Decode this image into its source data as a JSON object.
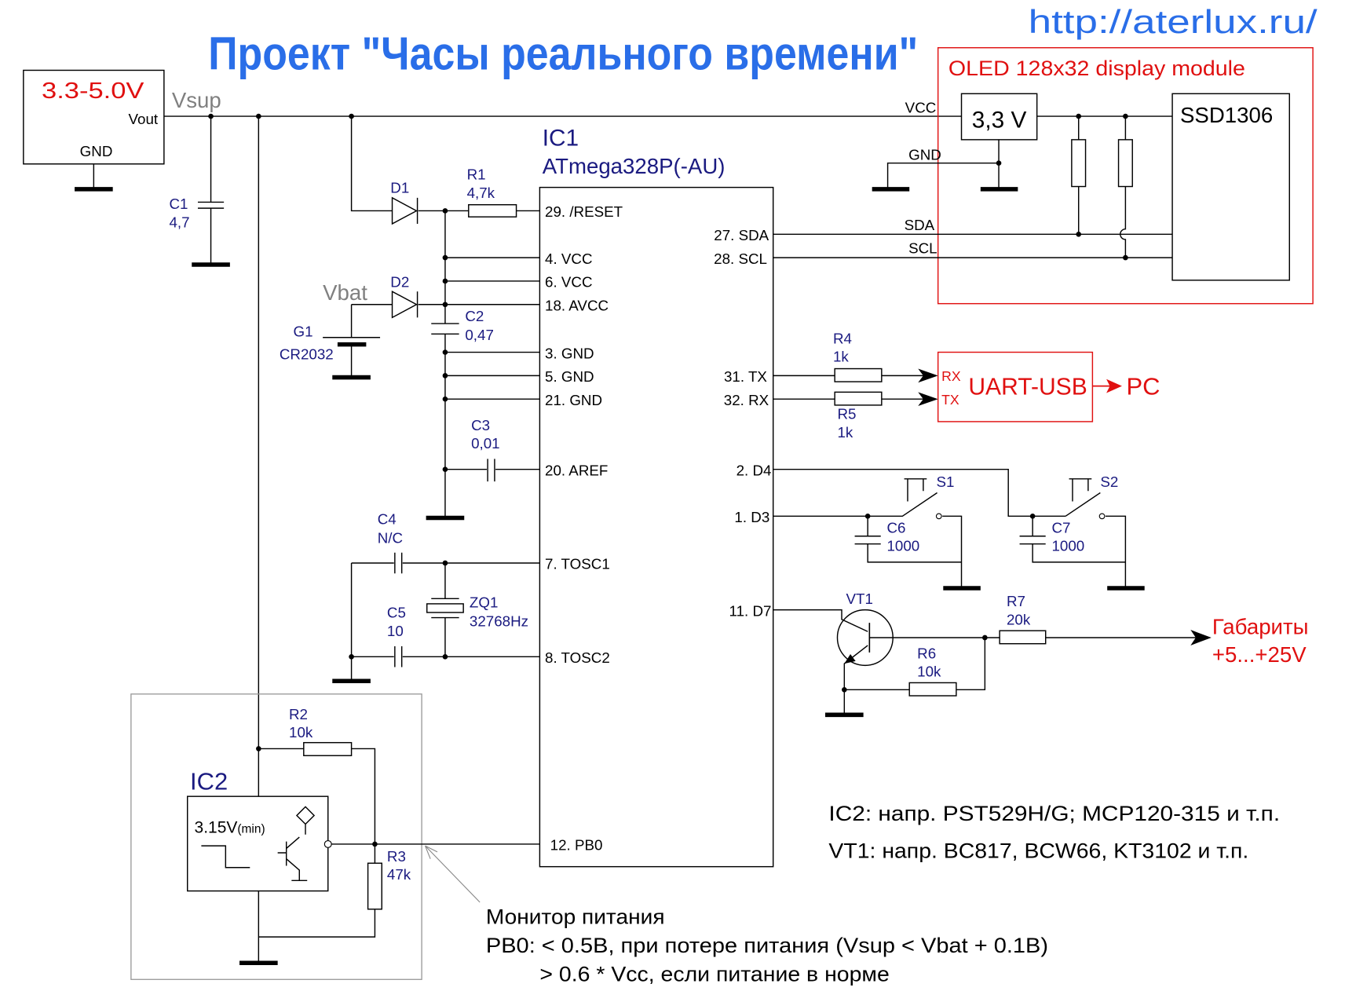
{
  "title": "Проект \"Часы реального времени\"",
  "url": "http://aterlux.ru/",
  "colors": {
    "title": "#2a6ee8",
    "accent_red": "#e01010",
    "component_label": "#1a1a80",
    "net_label": "#808080"
  },
  "power_module": {
    "voltage": "3.3-5.0V",
    "out_pin": "Vout",
    "gnd_pin": "GND"
  },
  "nets": {
    "vsup": "Vsup",
    "vbat": "Vbat"
  },
  "components": {
    "c1": {
      "ref": "C1",
      "value": "4,7"
    },
    "d1": {
      "ref": "D1"
    },
    "d2": {
      "ref": "D2"
    },
    "r1": {
      "ref": "R1",
      "value": "4,7k"
    },
    "c2": {
      "ref": "C2",
      "value": "0,47"
    },
    "g1": {
      "ref": "G1",
      "value": "CR2032"
    },
    "c3": {
      "ref": "C3",
      "value": "0,01"
    },
    "c4": {
      "ref": "C4",
      "value": "N/C"
    },
    "c5": {
      "ref": "C5",
      "value": "10"
    },
    "zq1": {
      "ref": "ZQ1",
      "value": "32768Hz"
    },
    "r2": {
      "ref": "R2",
      "value": "10k"
    },
    "r3": {
      "ref": "R3",
      "value": "47k"
    },
    "r4": {
      "ref": "R4",
      "value": "1k"
    },
    "r5": {
      "ref": "R5",
      "value": "1k"
    },
    "r6": {
      "ref": "R6",
      "value": "10k"
    },
    "r7": {
      "ref": "R7",
      "value": "20k"
    },
    "c6": {
      "ref": "C6",
      "value": "1000"
    },
    "c7": {
      "ref": "C7",
      "value": "1000"
    },
    "s1": {
      "ref": "S1"
    },
    "s2": {
      "ref": "S2"
    },
    "vt1": {
      "ref": "VT1"
    }
  },
  "ic1": {
    "ref": "IC1",
    "part": "ATmega328P(-AU)",
    "left_pins": [
      "29. /RESET",
      "4. VCC",
      "6. VCC",
      "18. AVCC",
      "3. GND",
      "5. GND",
      "21. GND",
      "20. AREF",
      "7. TOSC1",
      "8. TOSC2",
      "12. PB0"
    ],
    "right_pins": [
      "27. SDA",
      "28. SCL",
      "31. TX",
      "32. RX",
      "2. D4",
      "1. D3",
      "11. D7"
    ]
  },
  "ic2": {
    "ref": "IC2",
    "threshold": "3.15V",
    "threshold_suffix": "(min)"
  },
  "oled": {
    "title": "OLED 128x32 display module",
    "regulator": "3,3 V",
    "controller": "SSD1306",
    "vcc": "VCC",
    "gnd": "GND",
    "sda": "SDA",
    "scl": "SCL"
  },
  "uart": {
    "label": "UART-USB",
    "rx": "RX",
    "tx": "TX",
    "target": "PC"
  },
  "output": {
    "name": "Габариты",
    "range": "+5...+25V"
  },
  "notes": {
    "ic2_alt": "IC2: напр. PST529H/G; MCP120-315 и т.п.",
    "vt1_alt": "VT1: напр. BC817, BCW66, KT3102 и т.п.",
    "monitor_title": "Монитор питания",
    "monitor_low": "PB0: < 0.5B, при потере питания  (Vsup < Vbat + 0.1B)",
    "monitor_high": "> 0.6 * Vcc, если питание в норме"
  }
}
